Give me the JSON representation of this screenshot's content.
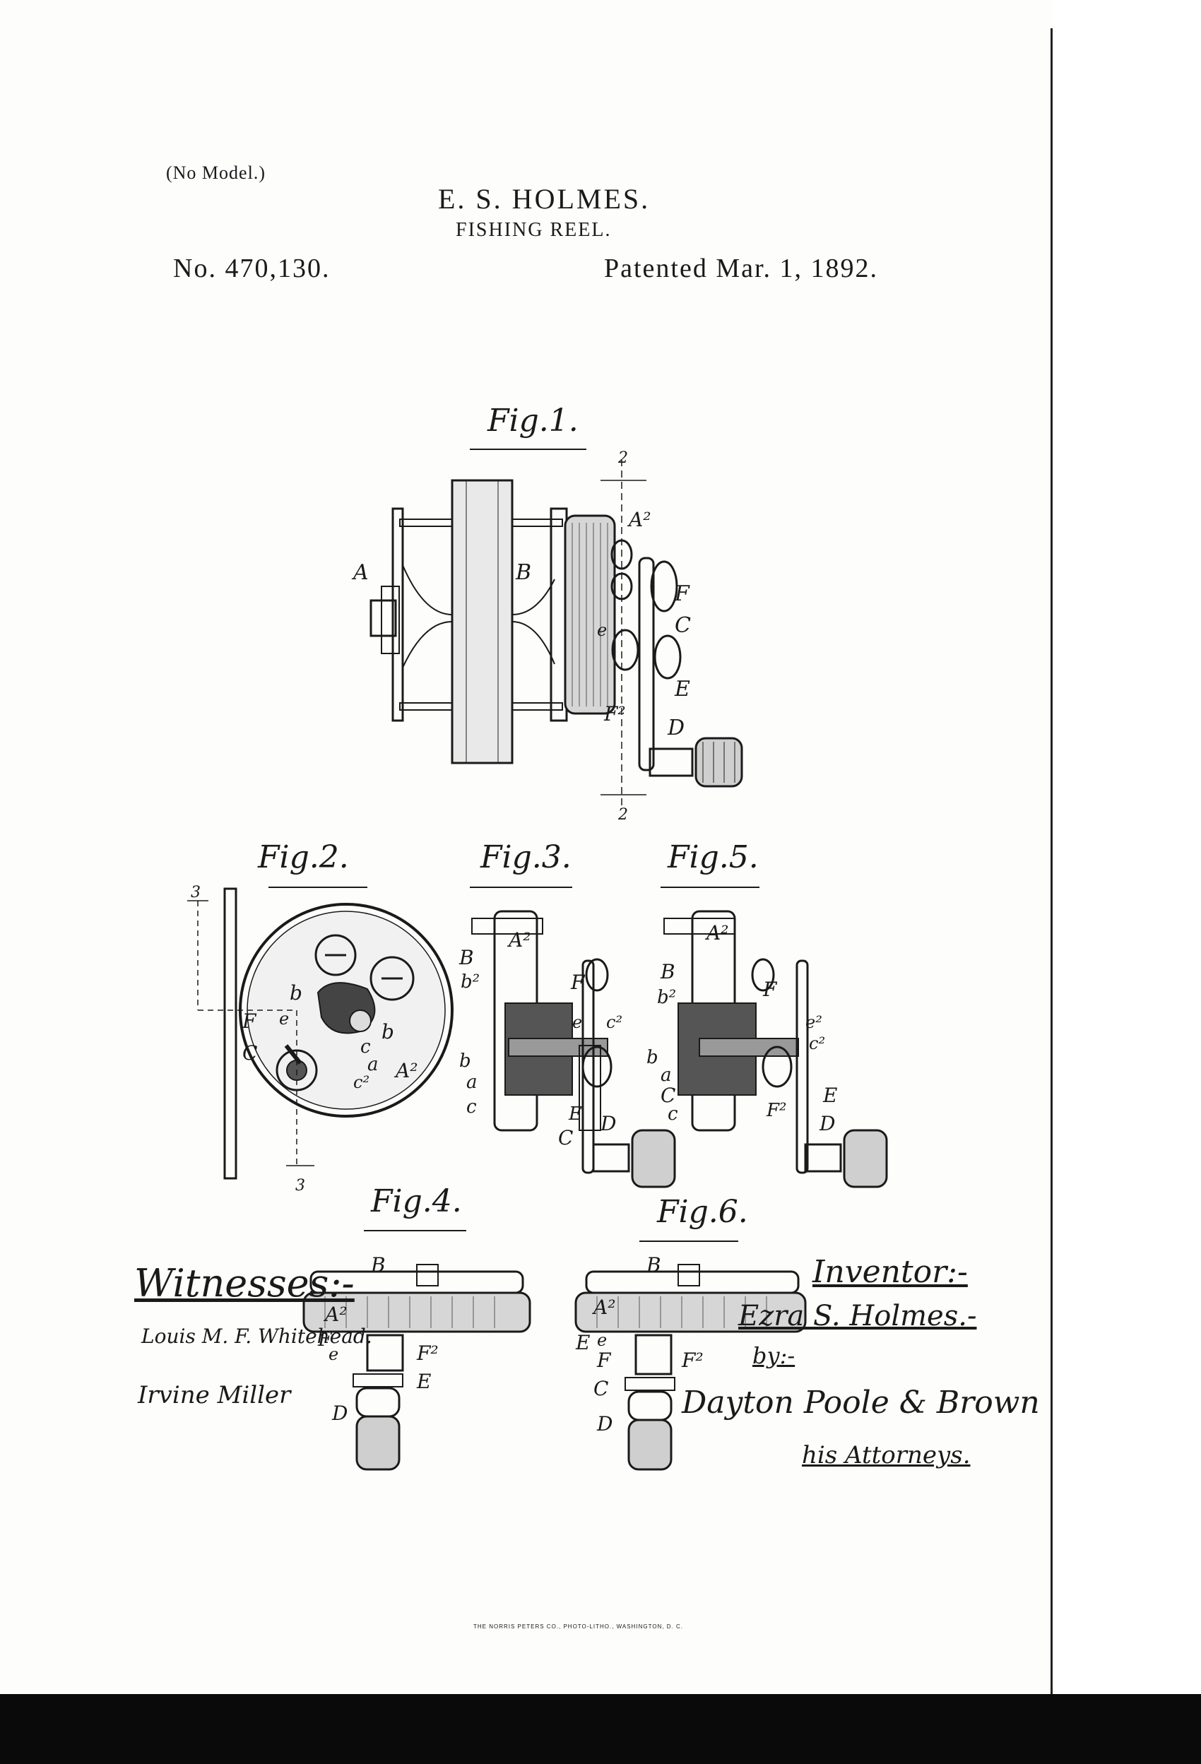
{
  "header": {
    "no_model": "(No Model.)",
    "inventor": "E. S. HOLMES.",
    "title": "FISHING REEL.",
    "patent_number": "No. 470,130.",
    "patent_date": "Patented Mar. 1, 1892."
  },
  "figures": {
    "fig1": "Fig.1.",
    "fig2": "Fig.2.",
    "fig3": "Fig.3.",
    "fig4": "Fig.4.",
    "fig5": "Fig.5.",
    "fig6": "Fig.6."
  },
  "reference_letters": {
    "A": "A",
    "A2": "A²",
    "B": "B",
    "C": "C",
    "D": "D",
    "E": "E",
    "F": "F",
    "F2": "F²",
    "a": "a",
    "b": "b",
    "b2": "b²",
    "c": "c",
    "c2": "c²",
    "e": "e",
    "e2": "e²",
    "two": "2",
    "three": "3"
  },
  "signatures": {
    "witnesses_label": "Witnesses:-",
    "witness_1": "Louis M. F. Whitehead.",
    "witness_2": "Irvine Miller",
    "inventor_label": "Inventor:-",
    "inventor_signature": "Ezra S. Holmes.-",
    "by_label": "by:-",
    "attorneys_signature": "Dayton Poole & Brown",
    "attorneys_label": "his Attorneys."
  },
  "footer": {
    "printer": "THE NORRIS PETERS CO., PHOTO-LITHO., WASHINGTON, D. C."
  }
}
